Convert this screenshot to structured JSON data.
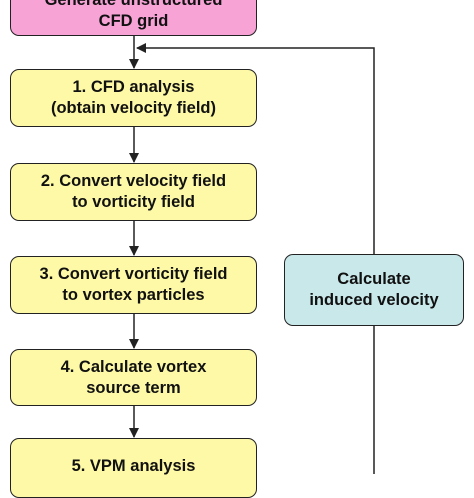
{
  "diagram": {
    "start": {
      "line1": "Generate unstructured",
      "line2": "CFD grid"
    },
    "steps": [
      {
        "line1": "1. CFD analysis",
        "line2": "(obtain velocity field)"
      },
      {
        "line1": "2. Convert velocity field",
        "line2": "to vorticity field"
      },
      {
        "line1": "3. Convert vorticity field",
        "line2": "to vortex particles"
      },
      {
        "line1": "4. Calculate vortex",
        "line2": "source term"
      },
      {
        "line1": "5. VPM analysis",
        "line2": ""
      }
    ],
    "side_box": {
      "line1": "Calculate",
      "line2": "induced velocity"
    }
  },
  "colors": {
    "start_fill": "#f7a3d6",
    "step_fill": "#fdf9a6",
    "side_fill": "#c9e8ea",
    "stroke": "#222222"
  }
}
